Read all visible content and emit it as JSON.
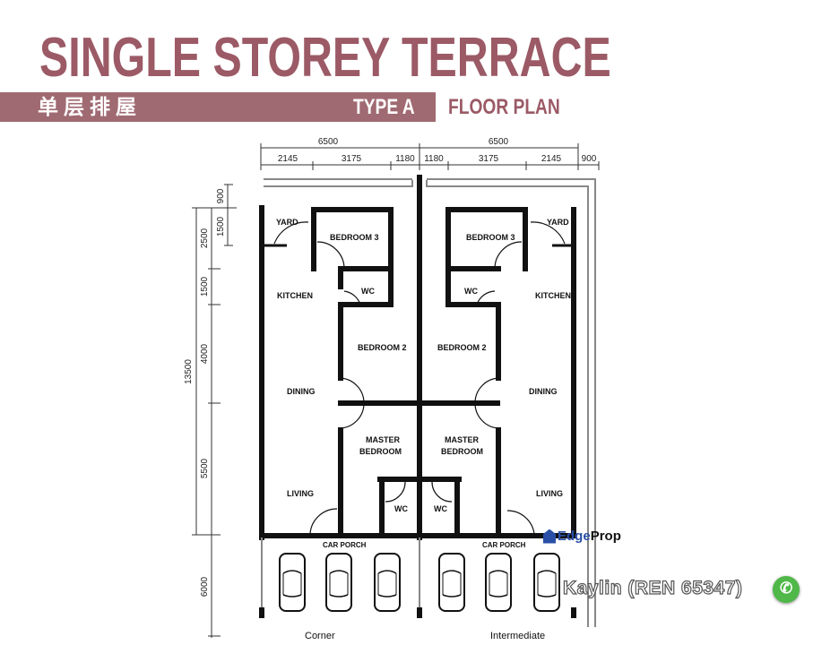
{
  "header": {
    "title": "SINGLE STOREY TERRACE",
    "chinese_title": "单层排屋",
    "type_label": "TYPE A",
    "plan_label": "FLOOR PLAN",
    "accent_color": "#9b5a66",
    "band_color": "#a06a72"
  },
  "dimensions": {
    "top_totals": [
      "6500",
      "6500"
    ],
    "top_segments_left": [
      "2145",
      "3175",
      "1180"
    ],
    "top_segments_right": [
      "1180",
      "3175",
      "2145"
    ],
    "top_extra": "900",
    "side_total": "13500",
    "side_segments": [
      "2500",
      "1500",
      "4000",
      "5500"
    ],
    "side_yard": [
      "900",
      "1500"
    ],
    "side_porch": "6000"
  },
  "units": {
    "left": {
      "caption": "Corner",
      "rooms": [
        "YARD",
        "BEDROOM 3",
        "WC",
        "KITCHEN",
        "BEDROOM 2",
        "DINING",
        "MASTER",
        "BEDROOM",
        "LIVING",
        "WC",
        "CAR PORCH"
      ]
    },
    "right": {
      "caption": "Intermediate",
      "rooms": [
        "YARD",
        "BEDROOM 3",
        "WC",
        "KITCHEN",
        "BEDROOM 2",
        "DINING",
        "MASTER",
        "BEDROOM",
        "LIVING",
        "WC",
        "CAR PORCH"
      ]
    }
  },
  "watermark": {
    "brand_edge": "Edge",
    "brand_prop": "Prop",
    "agent": "Kaylin (REN 65347)",
    "whatsapp_icon": "whatsapp-icon"
  }
}
